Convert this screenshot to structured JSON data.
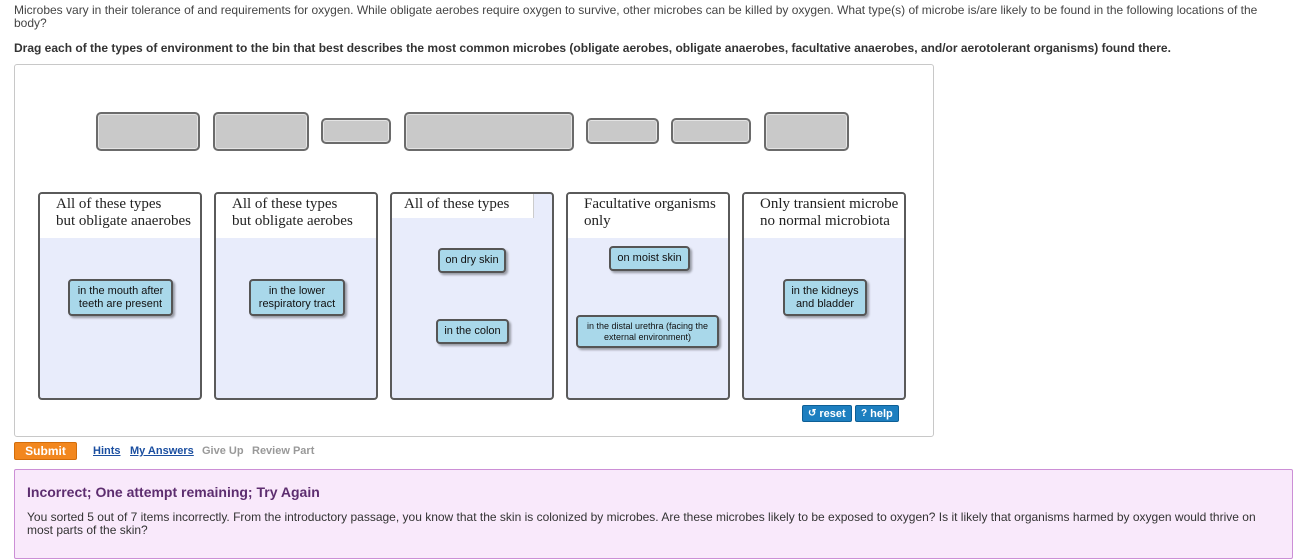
{
  "question": {
    "intro": "Microbes vary in their tolerance of and requirements for oxygen. While obligate aerobes require oxygen to survive, other microbes can be killed by oxygen. What type(s) of microbe is/are likely to be found in the following locations of the body?",
    "instruction": "Drag each of the types of environment to the bin that best describes the most common microbes (obligate aerobes, obligate anaerobes, facultative anaerobes, and/or aerotolerant organisms) found there."
  },
  "bins": [
    {
      "line1": "All of these types",
      "line2": "but obligate anaerobes",
      "items": [
        "in the mouth after teeth are present"
      ]
    },
    {
      "line1": "All of these types",
      "line2": "but obligate aerobes",
      "items": [
        "in the lower respiratory tract"
      ]
    },
    {
      "line1": "All of these types",
      "line2": "",
      "items": [
        "on dry skin",
        "in the colon"
      ]
    },
    {
      "line1": "Facultative organisms",
      "line2": "only",
      "items": [
        "on moist skin",
        "in the distal urethra (facing the external environment)"
      ]
    },
    {
      "line1": "Only transient microbe",
      "line2": "no normal microbiota",
      "items": [
        "in the kidneys and bladder"
      ]
    }
  ],
  "tools": {
    "reset": "reset",
    "help": "help"
  },
  "actions": {
    "submit": "Submit",
    "hints": "Hints",
    "my_answers": "My Answers",
    "give_up": "Give Up",
    "review_part": "Review Part"
  },
  "feedback": {
    "title": "Incorrect; One attempt remaining; Try Again",
    "body": "You sorted 5 out of 7 items incorrectly. From the introductory passage, you know that the skin is colonized by microbes. Are these microbes likely to be exposed to oxygen? Is it likely that organisms harmed by oxygen would thrive on most parts of the skin?"
  },
  "colors": {
    "bin_bg": "#e8ecfb",
    "label_bg": "#a9d8ea",
    "submit": "#f2871e",
    "tool_btn": "#1d7fc0",
    "feedback_bg": "#f9e9fb",
    "feedback_title": "#5d2d6f"
  }
}
